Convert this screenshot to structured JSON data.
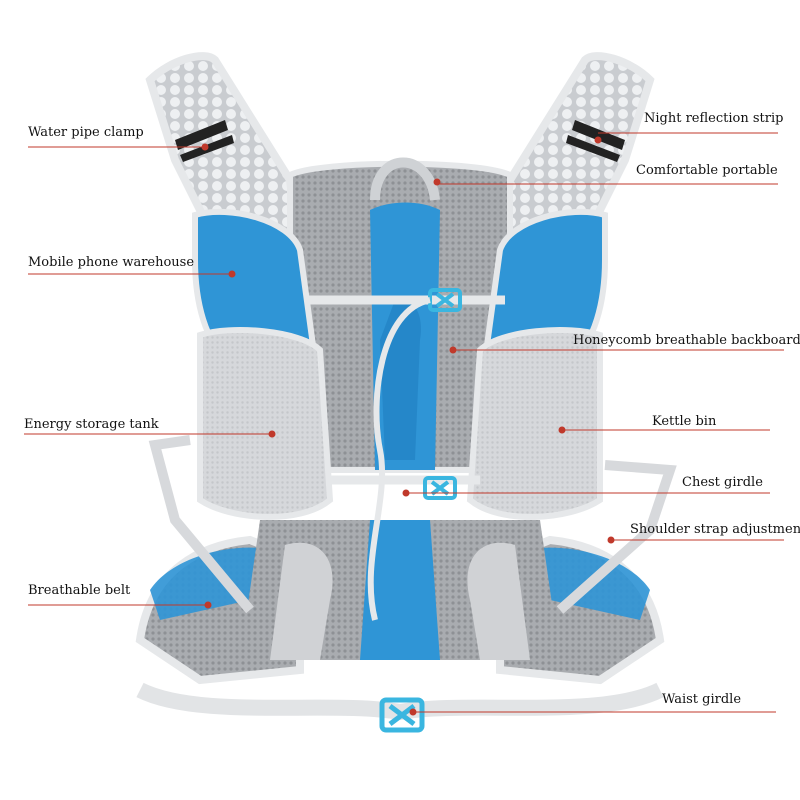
{
  "callouts": {
    "water_pipe_clamp": "Water pipe clamp",
    "mobile_phone_warehouse": "Mobile phone warehouse",
    "energy_storage_tank": "Energy storage tank",
    "breathable_belt": "Breathable belt",
    "night_reflection_strip": "Night reflection strip",
    "comfortable_portable": "Comfortable portable",
    "honeycomb_backboard": "Honeycomb breathable backboard",
    "kettle_bin": "Kettle bin",
    "chest_girdle": "Chest girdle",
    "shoulder_strap_adjustment": "Shoulder strap adjustment",
    "waist_girdle": "Waist girdle"
  },
  "colors": {
    "accent_blue": "#2f95d6",
    "mesh_gray": "#b9bcc0",
    "frame_light": "#e6e8ea",
    "buckle_cyan": "#3ab6e0",
    "callout_line": "#c0392b",
    "callout_dot": "#c0392b"
  }
}
